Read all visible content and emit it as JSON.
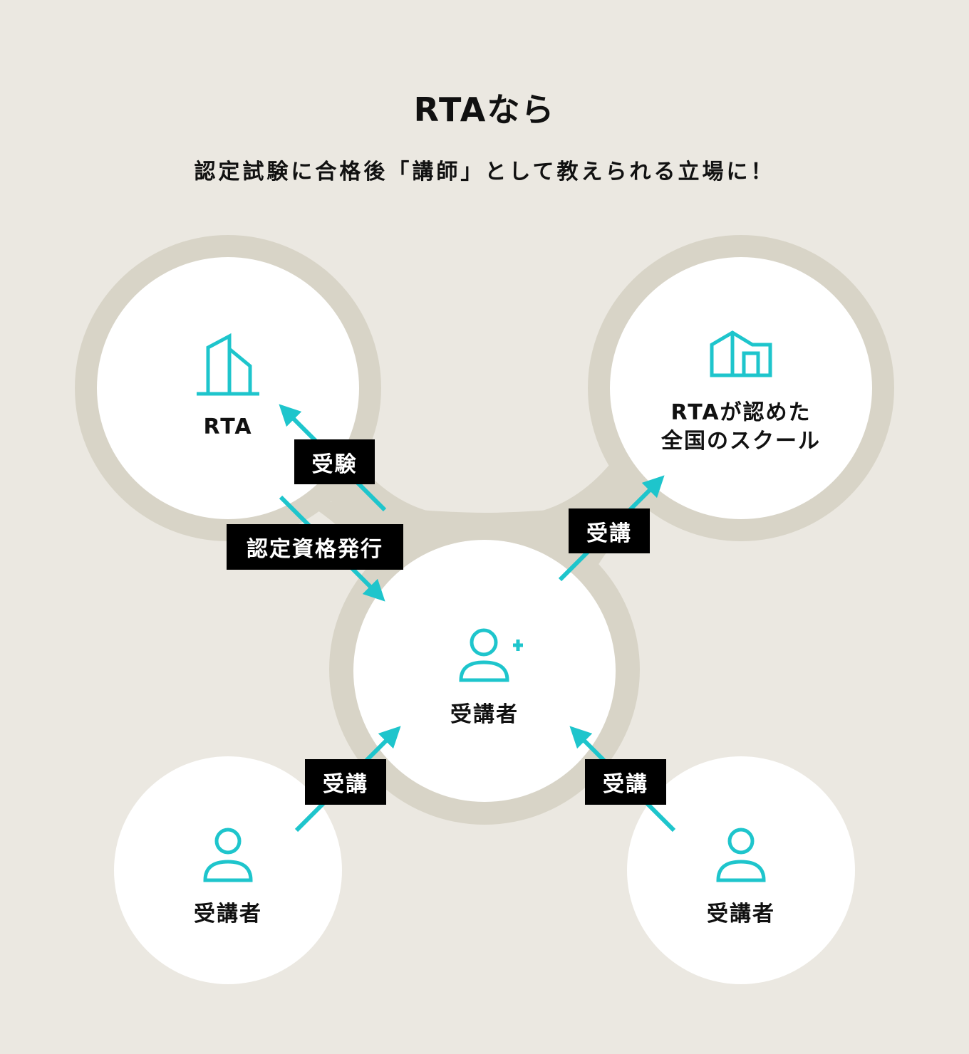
{
  "title": "RTAなら",
  "subtitle": "認定試験に合格後「講師」として教えられる立場に！",
  "nodes": {
    "rta": {
      "label": "RTA",
      "icon": "building-icon"
    },
    "schools": {
      "label_line1": "RTAが認めた",
      "label_line2": "全国のスクール",
      "icon": "house-icon"
    },
    "center": {
      "label": "受講者",
      "icon": "user-plus-icon"
    },
    "bottom_left": {
      "label": "受講者",
      "icon": "user-icon"
    },
    "bottom_right": {
      "label": "受講者",
      "icon": "user-icon"
    }
  },
  "edges": {
    "exam": "受験",
    "cert": "認定資格発行",
    "to_school": "受講",
    "from_left": "受講",
    "from_right": "受講"
  },
  "colors": {
    "background": "#ebe8e1",
    "halo": "#d8d4c7",
    "node": "#ffffff",
    "accent": "#1ec5cc",
    "tag": "#000000"
  }
}
